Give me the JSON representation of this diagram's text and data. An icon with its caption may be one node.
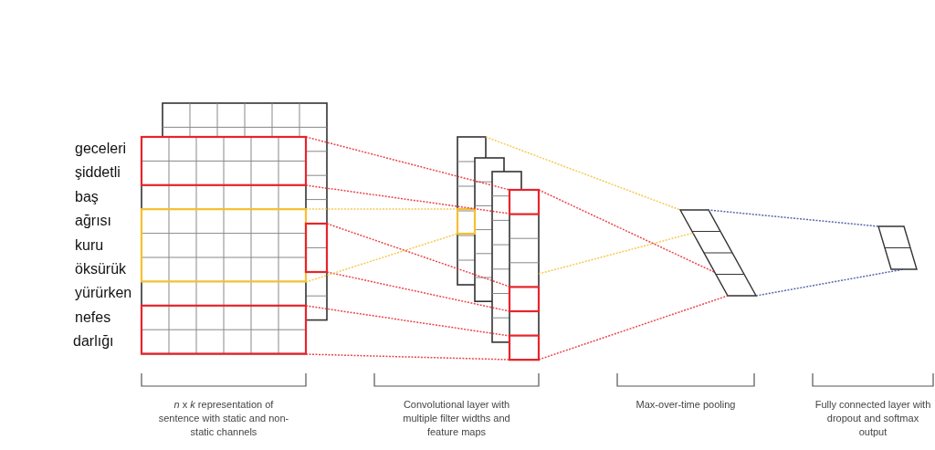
{
  "diagram": {
    "nodes": [
      {
        "text": [],
        "shape": "box"
      },
      {
        "text": [],
        "shape": "box"
      },
      {
        "text": [],
        "shape": "box"
      },
      {
        "text": [],
        "shape": "box"
      }
    ],
    "edges": [
      {
        "from": 0,
        "to": 1,
        "arrow": "none",
        "style": "dashed"
      },
      {
        "from": 0,
        "to": 1,
        "arrow": "none",
        "style": "dashed"
      },
      {
        "from": 0,
        "to": 1,
        "arrow": "none",
        "style": "dashed"
      },
      {
        "from": 0,
        "to": 1,
        "arrow": "none",
        "style": "dashed"
      },
      {
        "from": 0,
        "to": 1,
        "arrow": "none",
        "style": "dashed"
      },
      {
        "from": 0,
        "to": 1,
        "arrow": "none",
        "style": "dashed"
      },
      {
        "from": 0,
        "to": 1,
        "arrow": "none",
        "style": "dashed",
        "color": "#f5c031"
      },
      {
        "from": 0,
        "to": 1,
        "arrow": "none",
        "style": "dashed",
        "color": "#f5c031"
      },
      {
        "from": 1,
        "to": 2,
        "arrow": "none",
        "style": "dashed",
        "color": "#f5c031"
      },
      {
        "from": 1,
        "to": 2,
        "arrow": "none",
        "style": "dashed",
        "color": "#f5c031"
      },
      {
        "from": 1,
        "to": 2,
        "arrow": "none",
        "style": "dashed"
      },
      {
        "from": 1,
        "to": 2,
        "arrow": "none",
        "style": "dashed"
      },
      {
        "from": 2,
        "to": 3,
        "arrow": "none",
        "style": "dashed",
        "color": "#3a4ea0"
      },
      {
        "from": 2,
        "to": 3,
        "arrow": "none",
        "style": "dashed",
        "color": "#3a4ea0"
      }
    ],
    "labels": [
      "geceleri",
      "şiddetli",
      "baş",
      "ağrısı",
      "kuru",
      "öksürük",
      "yürürken",
      "nefes",
      "darlığı",
      "*n* x *k* representation of sentence with static and non-static channels",
      "Convolutional layer with multiple filter widths and feature maps",
      "Max-over-time pooling",
      "Fully connected layer with dropout and softmax output"
    ]
  }
}
